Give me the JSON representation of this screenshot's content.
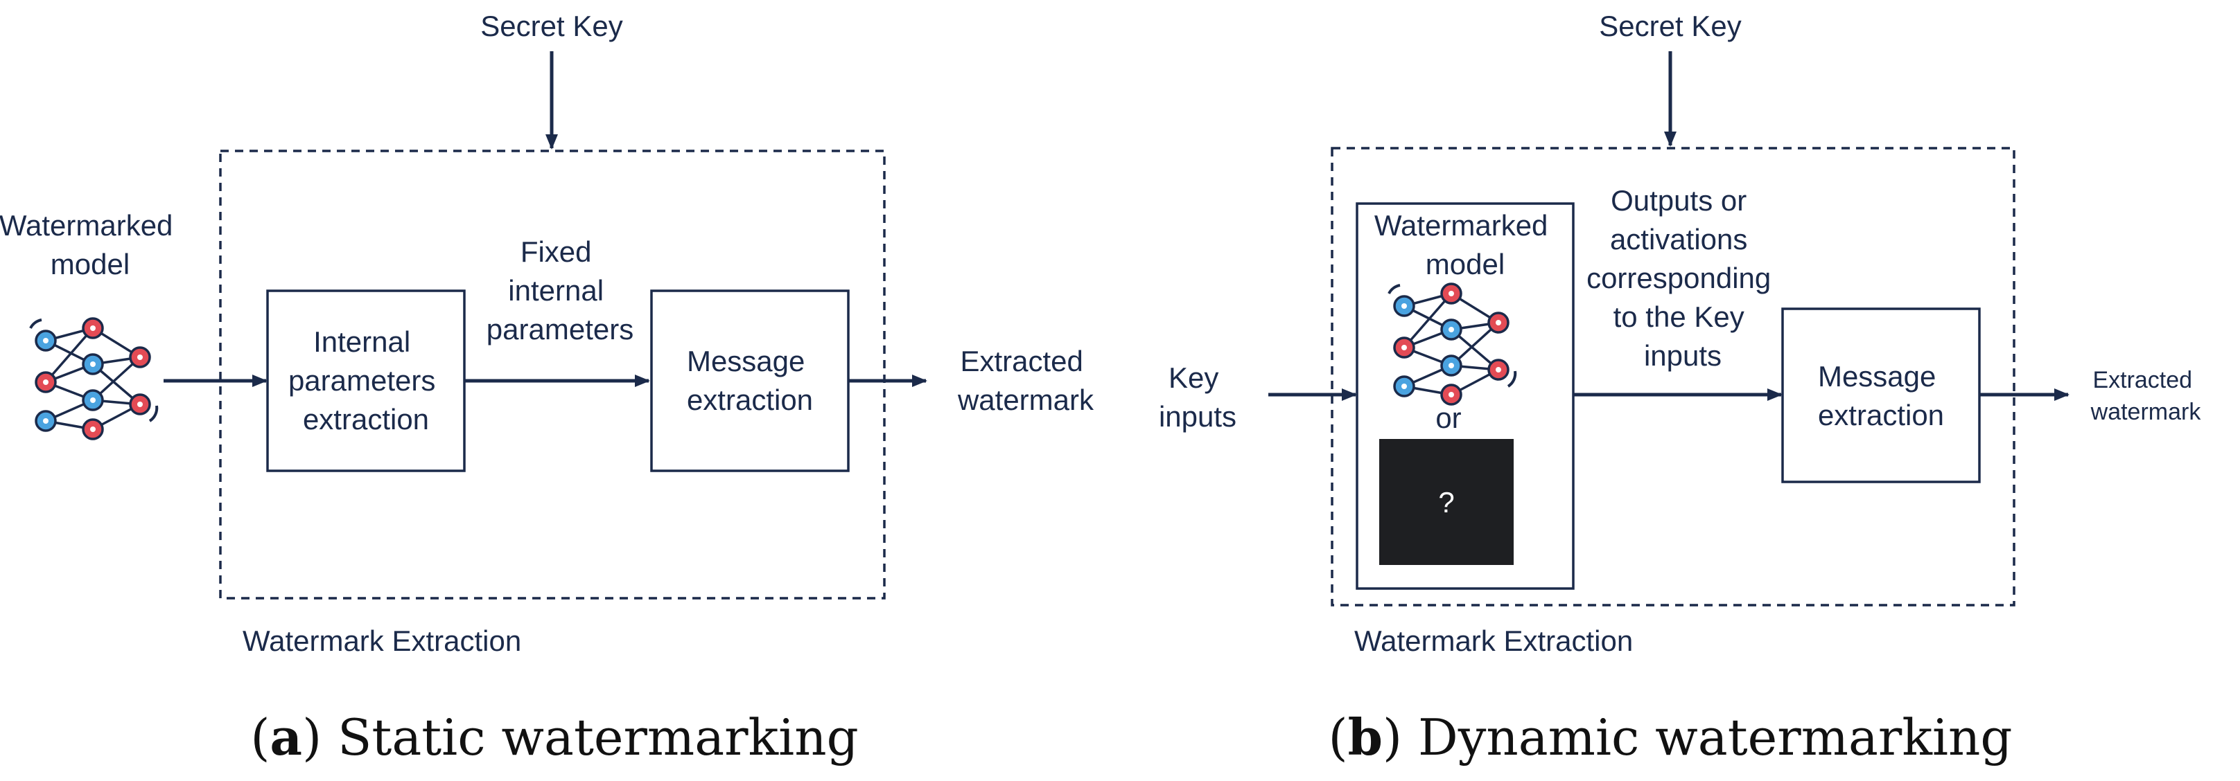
{
  "panel_a": {
    "secret_key": "Secret Key",
    "input_label": [
      "Watermarked",
      "model"
    ],
    "box1": [
      "Internal",
      "parameters",
      "extraction"
    ],
    "mid_label": [
      "Fixed",
      "internal",
      "parameters"
    ],
    "box2": [
      "Message",
      "extraction"
    ],
    "output_label": [
      "Extracted",
      "watermark"
    ],
    "region_label": "Watermark Extraction",
    "caption_letter": "a",
    "caption_text": "Static watermarking"
  },
  "panel_b": {
    "secret_key": "Secret Key",
    "input_label": [
      "Key",
      "inputs"
    ],
    "model_box_label": [
      "Watermarked",
      "model"
    ],
    "or_label": "or",
    "blackbox_symbol": "?",
    "mid_label": [
      "Outputs or",
      "activations",
      "corresponding",
      "to the Key",
      "inputs"
    ],
    "box2": [
      "Message",
      "extraction"
    ],
    "output_label": [
      "Extracted",
      "watermark"
    ],
    "region_label": "Watermark Extraction",
    "caption_letter": "b",
    "caption_text": "Dynamic watermarking"
  },
  "colors": {
    "ink": "#1b2a4a",
    "node_blue": "#4aa3e0",
    "node_red": "#e34b55",
    "black_box": "#1e1f22"
  }
}
